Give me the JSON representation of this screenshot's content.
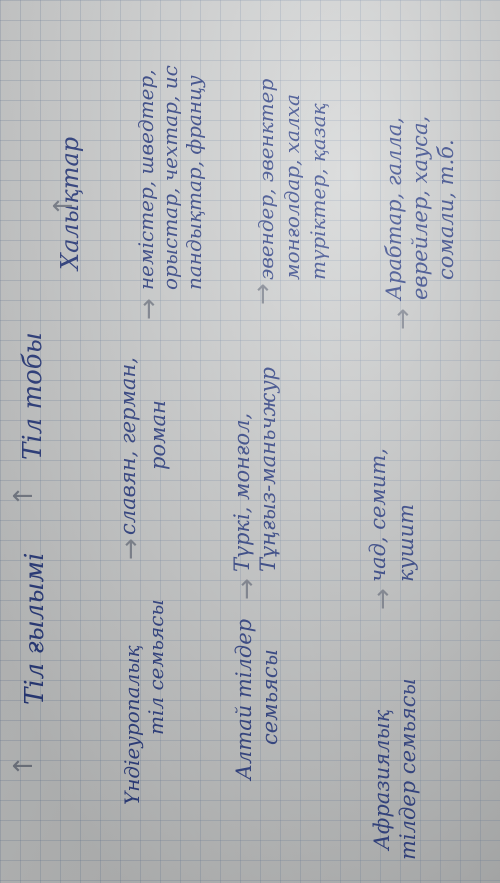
{
  "document": {
    "row1": {
      "start": "Тіл ғылымі",
      "middle": "Тіл тобы",
      "end": "Халықтар"
    },
    "row2": {
      "family": [
        "Үндіеуропалық",
        "тіл семьясы"
      ],
      "groups": [
        "славян, герман,",
        "роман"
      ],
      "peoples": [
        "немістер, шведтер,",
        "орыстар, чехтар, ис",
        "пандықтар, францу"
      ]
    },
    "row3": {
      "family": [
        "Алтай тілдер",
        "семьясы"
      ],
      "groups": [
        "Түркі, монғол,",
        "Тұңғыз-маньчжур"
      ],
      "peoples": [
        "эвендер, эвенктер",
        "монғолдар, халха",
        "түріктер, қазақ"
      ]
    },
    "row4": {
      "family": [
        "Афразиялық",
        "тілдер семьясы"
      ],
      "groups": [
        "чад, семит,",
        "кушит"
      ],
      "peoples": [
        "Арабтар, галла,",
        "еврейлер, хауса,",
        "сомали, т.б."
      ]
    }
  },
  "icons": {
    "arrow": "arrow-icon"
  }
}
